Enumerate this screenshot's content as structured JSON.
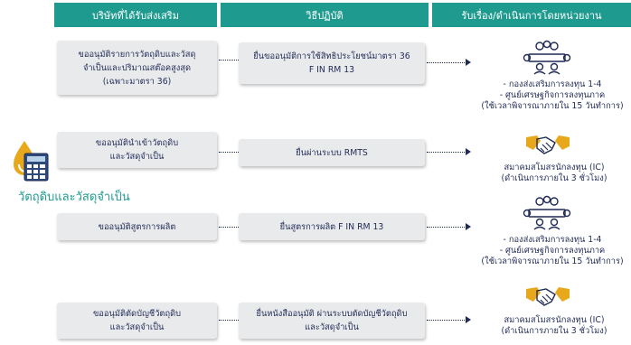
{
  "header": {
    "col1": "บริษัทที่ได้รับส่งเสริม",
    "col2": "วิธีปฏิบัติ",
    "col3": "รับเรื่อง/ดำเนินการโดยหน่วยงาน"
  },
  "side_label": "วัตถุดิบและวัสดุจำเป็น",
  "rows": [
    {
      "company": [
        "ขออนุมัติรายการวัตถุดิบและวัสดุ",
        "จำเป็นและปริมาณสต๊อคสูงสุด",
        "(เฉพาะมาตรา 36)"
      ],
      "method": [
        "ยื่นขออนุมัติการใช้สิทธิประโยชน์มาตรา 36",
        "F IN RM 13"
      ],
      "agency": [
        "-    กองส่งเสริมการลงทุน 1-4",
        "-    ศูนย์เศรษฐกิจการลงทุนภาค",
        "(ใช้เวลาพิจารณาภายใน 15 วันทำการ)"
      ],
      "icon": "meeting-icon"
    },
    {
      "company": [
        "ขออนุมัตินำเข้าวัตถุดิบ",
        "และวัสดุจำเป็น"
      ],
      "method": [
        "ยื่นผ่านระบบ RMTS"
      ],
      "agency": [
        "สมาคมสโมสรนักลงทุน (IC)",
        "(ดำเนินการภายใน 3 ชั่วโมง)"
      ],
      "icon": "handshake-icon"
    },
    {
      "company": [
        "ขออนุมัติสูตรการผลิต"
      ],
      "method": [
        "ยื่นสูตรการผลิต F IN RM 13"
      ],
      "agency": [
        "-    กองส่งเสริมการลงทุน 1-4",
        "-    ศูนย์เศรษฐกิจการลงทุนภาค",
        "(ใช้เวลาพิจารณาภายใน 15 วันทำการ)"
      ],
      "icon": "meeting-icon"
    },
    {
      "company": [
        "ขออนุมัติตัดบัญชีวัตถุดิบ",
        "และวัสดุจำเป็น"
      ],
      "method": [
        "ยื่นหนังสืออนุมัติ ผ่านระบบตัดบัญชีวัตถุดิบ",
        "และวัสดุจำเป็น"
      ],
      "agency": [
        "สมาคมสโมสรนักลงทุน (IC)",
        "(ดำเนินการภายใน 3 ชั่วโมง)"
      ],
      "icon": "handshake-icon"
    }
  ],
  "colors": {
    "header": "#1f9a8f",
    "text": "#1f2a55",
    "box": "#e9eaec",
    "icon_gold": "#e8a81c"
  }
}
